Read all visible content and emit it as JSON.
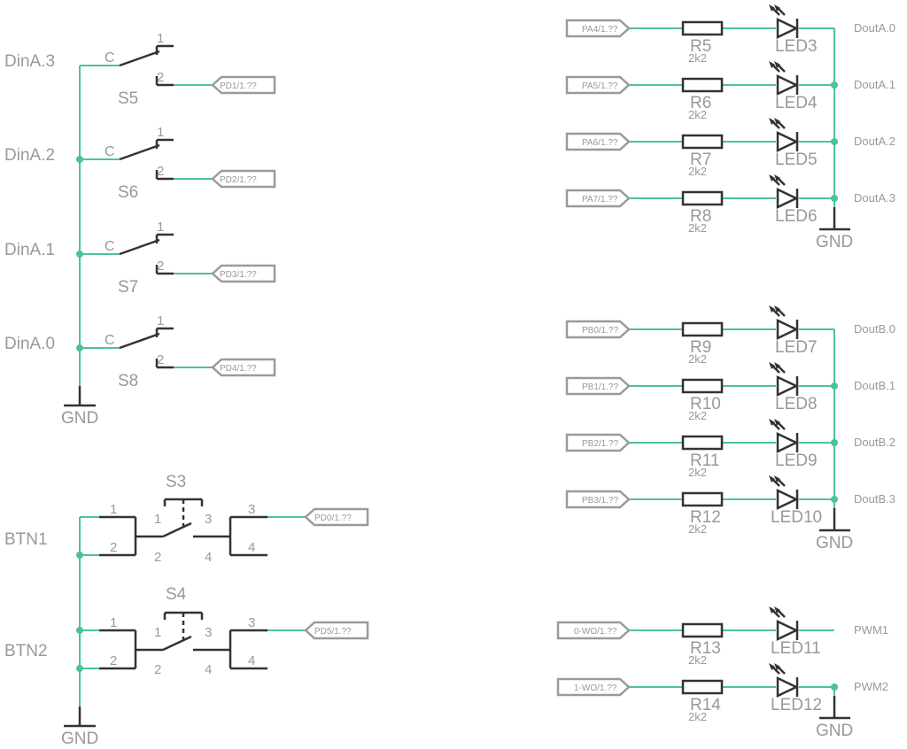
{
  "colors": {
    "wire": "#4cc1a0",
    "part": "#333333",
    "text": "#999999",
    "label_frame": "#9a9a9a"
  },
  "gnd": "GND",
  "switch_pins": {
    "common": "C",
    "one": "1",
    "two": "2"
  },
  "toggle_switches": [
    {
      "net": "DinA.3",
      "ref": "S5",
      "label": "PD1/1.??"
    },
    {
      "net": "DinA.2",
      "ref": "S6",
      "label": "PD2/1.??"
    },
    {
      "net": "DinA.1",
      "ref": "S7",
      "label": "PD3/1.??"
    },
    {
      "net": "DinA.0",
      "ref": "S8",
      "label": "PD4/1.??"
    }
  ],
  "button_pins": [
    "1",
    "2",
    "3",
    "4"
  ],
  "buttons": [
    {
      "net": "BTN1",
      "ref": "S3",
      "label": "PD0/1.??"
    },
    {
      "net": "BTN2",
      "ref": "S4",
      "label": "PD5/1.??"
    }
  ],
  "led_groups": [
    {
      "channels": [
        {
          "label": "PA4/1.??",
          "resistor": "R5",
          "value": "2k2",
          "led": "LED3",
          "net": "DoutA.0"
        },
        {
          "label": "PA5/1.??",
          "resistor": "R6",
          "value": "2k2",
          "led": "LED4",
          "net": "DoutA.1"
        },
        {
          "label": "PA6/1.??",
          "resistor": "R7",
          "value": "2k2",
          "led": "LED5",
          "net": "DoutA.2"
        },
        {
          "label": "PA7/1.??",
          "resistor": "R8",
          "value": "2k2",
          "led": "LED6",
          "net": "DoutA.3"
        }
      ]
    },
    {
      "channels": [
        {
          "label": "PB0/1.??",
          "resistor": "R9",
          "value": "2k2",
          "led": "LED7",
          "net": "DoutB.0"
        },
        {
          "label": "PB1/1.??",
          "resistor": "R10",
          "value": "2k2",
          "led": "LED8",
          "net": "DoutB.1"
        },
        {
          "label": "PB2/1.??",
          "resistor": "R11",
          "value": "2k2",
          "led": "LED9",
          "net": "DoutB.2"
        },
        {
          "label": "PB3/1.??",
          "resistor": "R12",
          "value": "2k2",
          "led": "LED10",
          "net": "DoutB.3"
        }
      ]
    },
    {
      "channels": [
        {
          "label": "0-WO/1.??",
          "resistor": "R13",
          "value": "2k2",
          "led": "LED11",
          "net": "PWM1"
        },
        {
          "label": "1-WO/1.??",
          "resistor": "R14",
          "value": "2k2",
          "led": "LED12",
          "net": "PWM2"
        }
      ]
    }
  ]
}
